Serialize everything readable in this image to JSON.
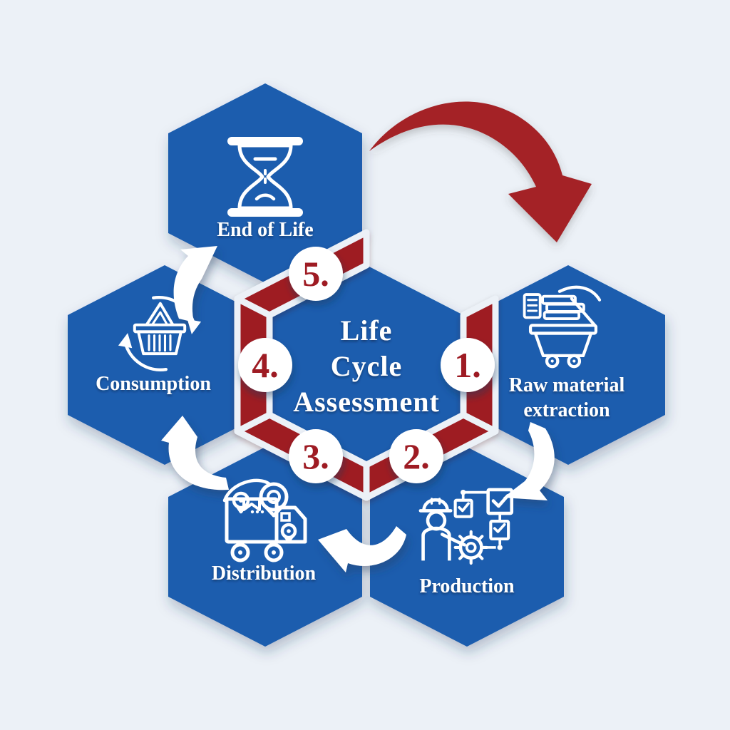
{
  "diagram": {
    "type": "cycle-infographic",
    "title_lines": [
      "Life",
      "Cycle",
      "Assessment"
    ],
    "stages": [
      {
        "number": "1.",
        "lines": [
          "Raw material",
          "extraction"
        ],
        "icon": "mining-cart-pickaxe-icon"
      },
      {
        "number": "2.",
        "lines": [
          "Production"
        ],
        "icon": "worker-gear-checklist-icon"
      },
      {
        "number": "3.",
        "lines": [
          "Distribution"
        ],
        "icon": "delivery-truck-location-pins-icon"
      },
      {
        "number": "4.",
        "lines": [
          "Consumption"
        ],
        "icon": "shopping-basket-cycle-arrows-icon"
      },
      {
        "number": "5.",
        "lines": [
          "End of Life"
        ],
        "icon": "hourglass-icon"
      }
    ],
    "colors": {
      "background": "#ECF1F7",
      "hexagon_blue": "#1A5DAE",
      "ring_red": "#9E1B23",
      "arrow_red": "#A42127",
      "number_red": "#9E1B23",
      "text_white": "#FFFFFF"
    }
  }
}
